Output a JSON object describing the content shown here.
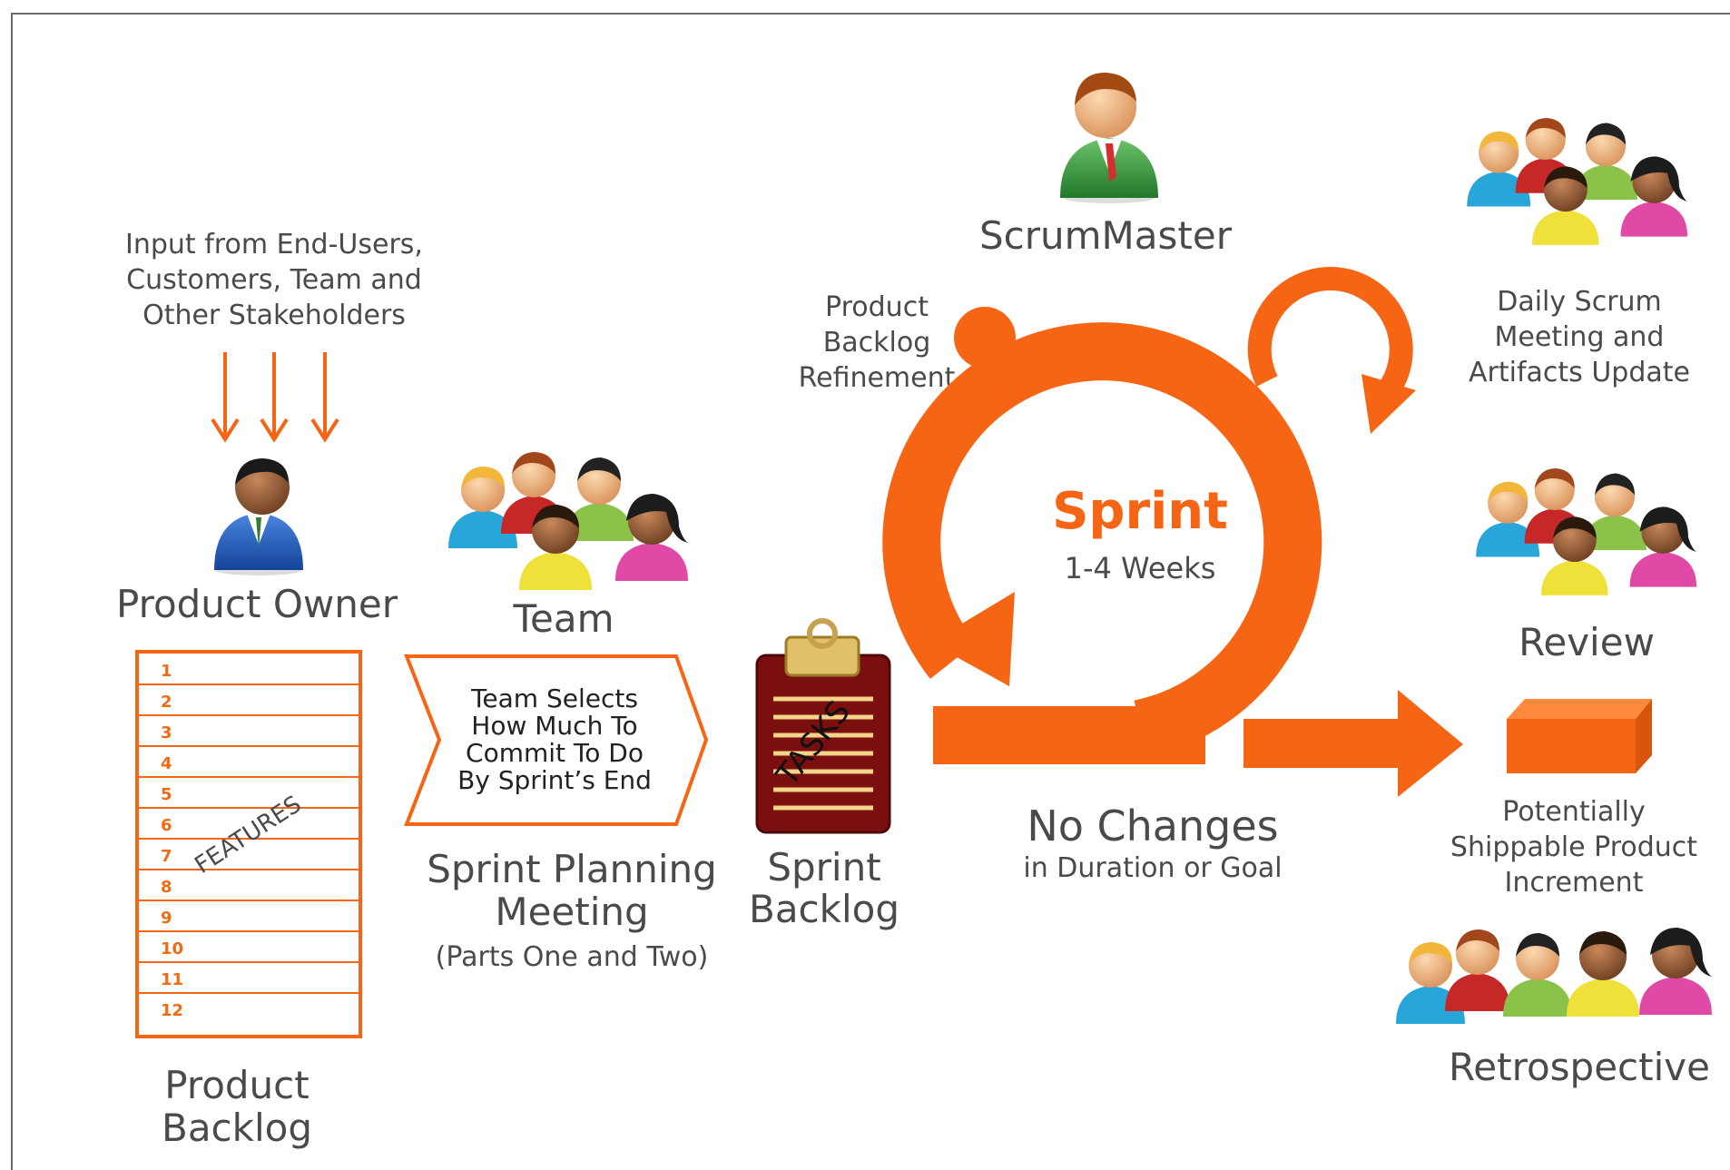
{
  "colors": {
    "orange": "#f66514",
    "text": "#4a4a4a",
    "clipboard": "#7b0e0e"
  },
  "stakeholders": {
    "lines": [
      "Input from End-Users,",
      "Customers, Team and",
      "Other Stakeholders"
    ]
  },
  "product_owner": {
    "label": "Product Owner",
    "icon": "person-blue-suit-icon"
  },
  "product_backlog": {
    "items": [
      "1",
      "2",
      "3",
      "4",
      "5",
      "6",
      "7",
      "8",
      "9",
      "10",
      "11",
      "12"
    ],
    "stamp": "FEATURES",
    "title_lines": [
      "Product",
      "Backlog"
    ]
  },
  "team": {
    "label": "Team",
    "icon": "team-group-icon"
  },
  "planning": {
    "box_lines": [
      "Team Selects",
      "How Much To",
      "Commit To Do",
      "By Sprint’s End"
    ],
    "title_lines": [
      "Sprint Planning",
      "Meeting"
    ],
    "subtitle": "(Parts One and Two)"
  },
  "sprint_backlog": {
    "stamp": "TASKS",
    "title_lines": [
      "Sprint",
      "Backlog"
    ],
    "icon": "clipboard-icon"
  },
  "scrummaster": {
    "label": "ScrumMaster",
    "icon": "person-green-suit-icon"
  },
  "refinement": {
    "lines": [
      "Product",
      "Backlog",
      "Refinement"
    ]
  },
  "sprint": {
    "title": "Sprint",
    "subtitle": "1-4 Weeks"
  },
  "no_changes": {
    "title": "No Changes",
    "subtitle": "in Duration or Goal"
  },
  "daily_scrum": {
    "lines": [
      "Daily Scrum",
      "Meeting and",
      "Artifacts Update"
    ]
  },
  "review": {
    "label": "Review"
  },
  "increment": {
    "lines": [
      "Potentially",
      "Shippable Product",
      "Increment"
    ],
    "icon": "box-icon"
  },
  "retrospective": {
    "label": "Retrospective"
  }
}
